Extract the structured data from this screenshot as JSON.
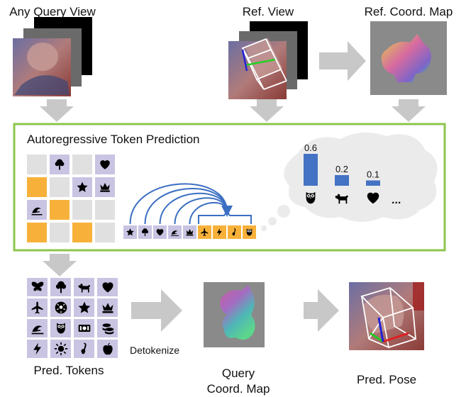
{
  "labels": {
    "any_query_view": "Any Query View",
    "ref_view": "Ref. View",
    "ref_coord_map": "Ref. Coord. Map",
    "section_title": "Autoregressive Token Prediction",
    "pred_tokens": "Pred. Tokens",
    "detokenize": "Detokenize",
    "query_coord_map_line1": "Query",
    "query_coord_map_line2": "Coord. Map",
    "pred_pose": "Pred. Pose",
    "ellipsis": "..."
  },
  "token_probabilities": [
    {
      "icon": "owl-icon",
      "value": 0.6,
      "label": "0.6"
    },
    {
      "icon": "dog-icon",
      "value": 0.2,
      "label": "0.2"
    },
    {
      "icon": "heart-icon",
      "value": 0.1,
      "label": "0.1"
    }
  ],
  "colors": {
    "green_border": "#8dc64b",
    "arrow_gray": "#c8c8c8",
    "token_purple": "#c9c4e2",
    "token_orange": "#f7b13a",
    "token_gray": "#e0e0e0",
    "bar_blue": "#4472c4",
    "arc_blue": "#3b6fc2"
  },
  "input_grid": [
    [
      "empty",
      "tree-icon",
      "empty",
      "heart-icon"
    ],
    [
      "orange",
      "empty",
      "star-icon",
      "crown-icon"
    ],
    [
      "wave-icon",
      "orange",
      "empty",
      "empty"
    ],
    [
      "orange",
      "empty",
      "orange",
      "empty"
    ]
  ],
  "sequence_tokens": [
    {
      "icon": "star-icon",
      "kind": "context"
    },
    {
      "icon": "tree-icon",
      "kind": "context"
    },
    {
      "icon": "heart-icon",
      "kind": "context"
    },
    {
      "icon": "wave-icon",
      "kind": "context"
    },
    {
      "icon": "crown-icon",
      "kind": "context"
    },
    {
      "icon": "airplane-icon",
      "kind": "predicted"
    },
    {
      "icon": "lightning-icon",
      "kind": "predicted"
    },
    {
      "icon": "music-note-icon",
      "kind": "predicted"
    },
    {
      "icon": "owl-icon",
      "kind": "predicted"
    }
  ],
  "pred_token_grid": [
    [
      "butterfly-icon",
      "tree-icon",
      "dog-icon",
      "heart-icon"
    ],
    [
      "airplane-icon",
      "soccer-ball-icon",
      "star-icon",
      "crown-icon"
    ],
    [
      "wave-icon",
      "owl-icon",
      "money-icon",
      "coins-icon"
    ],
    [
      "lightning-icon",
      "sun-icon",
      "music-note-icon",
      "apple-icon"
    ]
  ]
}
